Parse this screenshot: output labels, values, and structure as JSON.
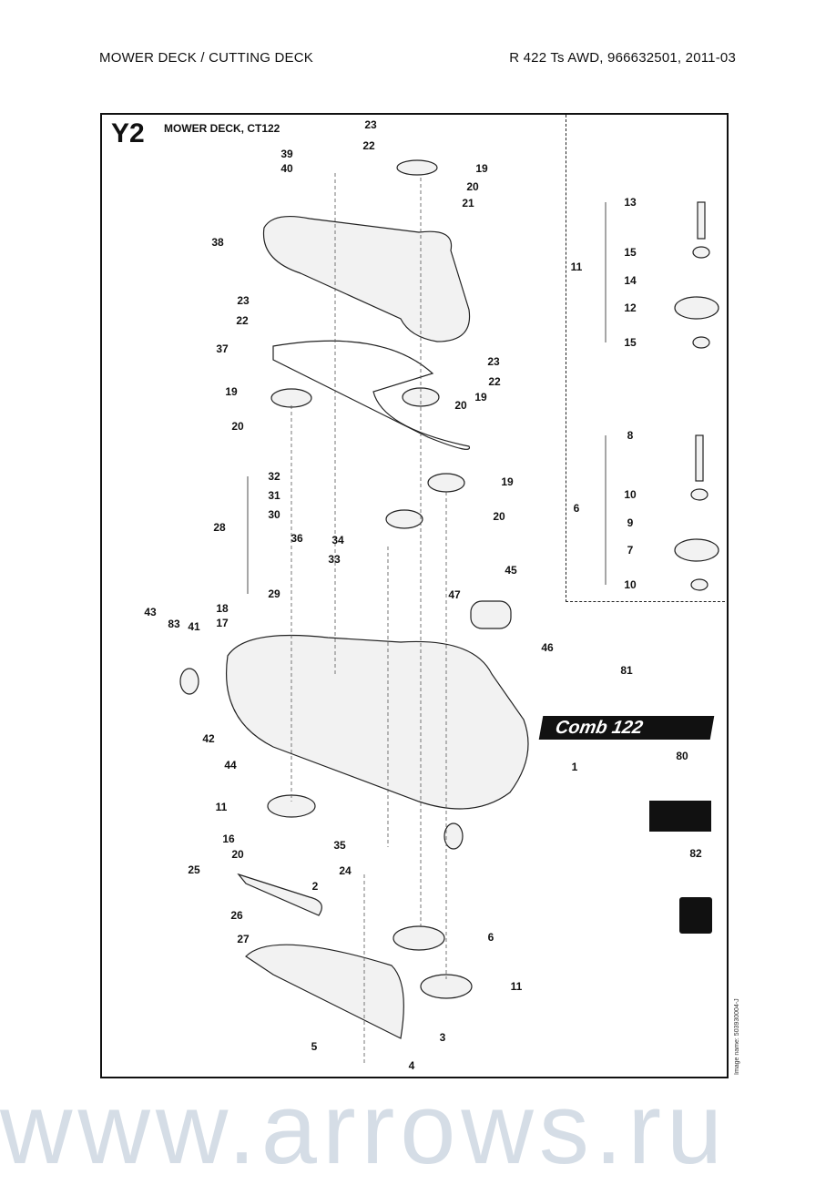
{
  "header": {
    "left": "MOWER DECK / CUTTING DECK",
    "right": "R 422 Ts AWD, 966632501, 2011-03"
  },
  "diagram": {
    "code": "Y2",
    "title": "MOWER DECK, CT122",
    "decal_text": "Comb 122",
    "image_name": "Image name: 503930004-J",
    "watermark": "www.arrows.ru"
  },
  "callouts": [
    "23",
    "22",
    "39",
    "40",
    "19",
    "20",
    "21",
    "38",
    "23",
    "22",
    "37",
    "23",
    "22",
    "19",
    "20",
    "19",
    "20",
    "32",
    "31",
    "30",
    "28",
    "19",
    "20",
    "34",
    "36",
    "33",
    "29",
    "18",
    "17",
    "45",
    "47",
    "46",
    "43",
    "83",
    "41",
    "42",
    "44",
    "81",
    "1",
    "80",
    "11",
    "16",
    "35",
    "20",
    "25",
    "24",
    "2",
    "82",
    "26",
    "27",
    "6",
    "11",
    "3",
    "5",
    "4",
    "13",
    "15",
    "11",
    "14",
    "12",
    "15",
    "8",
    "10",
    "6",
    "9",
    "7",
    "10"
  ]
}
